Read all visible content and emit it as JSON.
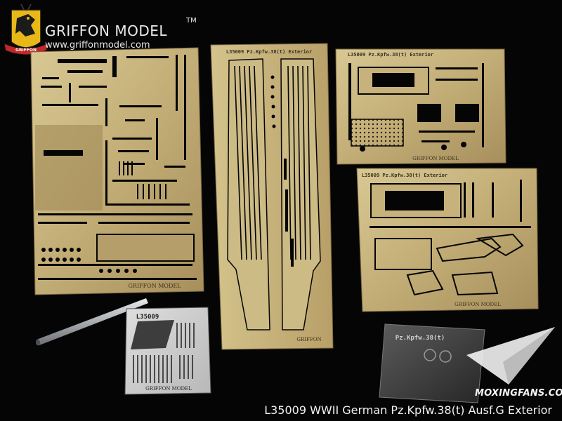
{
  "brand": {
    "name": "GRIFFON MODEL",
    "tm": "TM",
    "url": "www.griffonmodel.com",
    "logo_ribbon": "GRIFFON"
  },
  "sheets": {
    "large": {
      "footer": "GRIFFON MODEL"
    },
    "long": {
      "header": "L35009 Pz.Kpfw.38(t) Exterior",
      "footer": "GRIFFON"
    },
    "top_right": {
      "header": "L35009 Pz.Kpfw.38(t) Exterior",
      "footer": "GRIFFON MODEL"
    },
    "mid_right": {
      "header": "L35009 Pz.Kpfw.38(t) Exterior",
      "footer": "GRIFFON MODEL"
    },
    "small": {
      "header": "L35009",
      "footer": "GRIFFON MODEL"
    },
    "film": {
      "label": "Pz.Kpfw.38(t)"
    }
  },
  "watermark": "MOXINGFANS.COM",
  "caption": "L35009 WWII German Pz.Kpfw.38(t) Ausf.G Exterior",
  "colors": {
    "background": "#050505",
    "brass": "#c6b07a",
    "brass_light": "#e0d2a2",
    "brass_dark": "#8a744a",
    "steel": "#b9bcc0"
  }
}
